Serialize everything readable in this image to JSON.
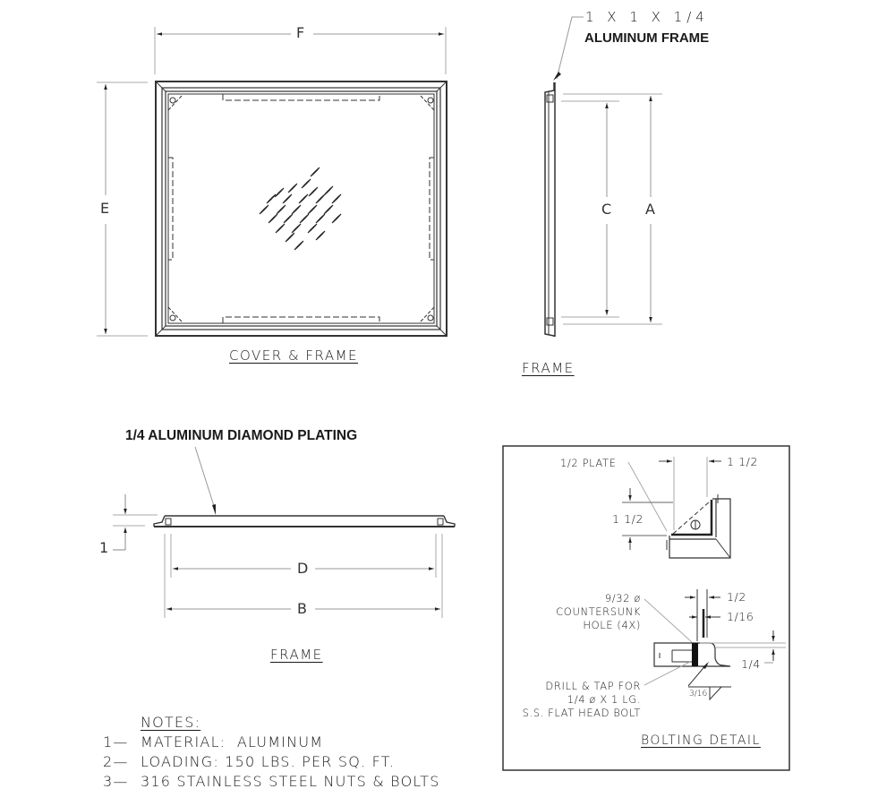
{
  "views": {
    "cover_frame": {
      "title": "COVER & FRAME",
      "dim_width": "F",
      "dim_height": "E"
    },
    "frame_side": {
      "title": "FRAME",
      "callout": [
        "1 X 1 X 1/4",
        "ALUMINUM FRAME"
      ],
      "dim_inner": "C",
      "dim_outer": "A"
    },
    "frame_section": {
      "title": "FRAME",
      "callout": "1/4 ALUMINUM DIAMOND PLATING",
      "dim_height": "1",
      "dim_inner": "D",
      "dim_outer": "B"
    },
    "bolting_detail": {
      "title": "BOLTING DETAIL",
      "plate_callout": "1/2 PLATE",
      "plate_width": "1 1/2",
      "plate_height": "1 1/2",
      "hole_callout": [
        "9/32 ø",
        "COUNTERSUNK",
        "HOLE (4X)"
      ],
      "dim_top": "1/2",
      "dim_gap": "1/16",
      "dim_thickness": "1/4",
      "weld": "3/16",
      "drill_callout": [
        "DRILL & TAP FOR",
        "1/4 ø X 1 LG.",
        "S.S. FLAT HEAD BOLT"
      ]
    }
  },
  "notes": {
    "heading": "NOTES:",
    "items": [
      {
        "num": "1—",
        "text": "MATERIAL:  ALUMINUM"
      },
      {
        "num": "2—",
        "text": "LOADING: 150 LBS. PER SQ. FT."
      },
      {
        "num": "3—",
        "text": "316 STAINLESS STEEL NUTS & BOLTS"
      }
    ]
  }
}
